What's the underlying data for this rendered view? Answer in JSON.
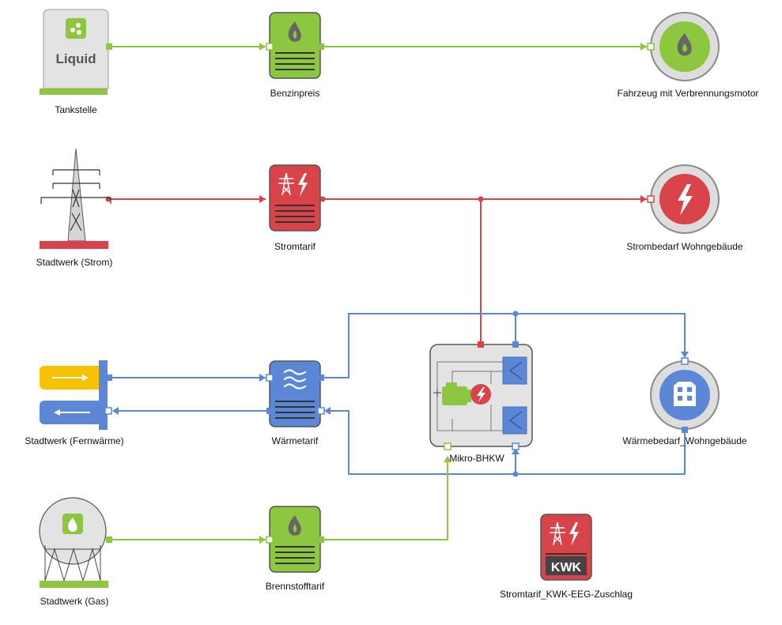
{
  "colors": {
    "liquid": "#8dc63f",
    "electric": "#d9434a",
    "heat": "#5b87d6",
    "gas": "#8dc63f",
    "supply_flow": "#f7c300",
    "node_gray": "#e3e3e3"
  },
  "nodes": {
    "tankstelle": {
      "label": "Tankstelle",
      "tank_text": "Liquid",
      "icon": "water-drops-icon"
    },
    "benzinpreis": {
      "label": "Benzinpreis",
      "icon": "flame-icon"
    },
    "fahrzeug": {
      "label": "Fahrzeug mit Verbrennungsmotor",
      "icon": "flame-icon"
    },
    "stadtwerk_strom": {
      "label": "Stadtwerk (Strom)",
      "icon": "power-pylon-icon"
    },
    "stromtarif": {
      "label": "Stromtarif",
      "icon": "pylon-lightning-icon"
    },
    "strombedarf": {
      "label": "Strombedarf Wohngebäude",
      "icon": "lightning-icon"
    },
    "stadtwerk_fernwaerme": {
      "label": "Stadtwerk (Fernwärme)",
      "icon": "flow-arrows-icon"
    },
    "waermetarif": {
      "label": "Wärmetarif",
      "icon": "heat-waves-icon"
    },
    "mikro_bhkw": {
      "label": "Mikro-BHKW",
      "icon": "engine-generator-icon"
    },
    "waermebedarf": {
      "label": "Wärmebedarf_Wohngebäude",
      "icon": "building-icon"
    },
    "stadtwerk_gas": {
      "label": "Stadtwerk (Gas)",
      "icon": "gas-sphere-icon"
    },
    "brennstofftarif": {
      "label": "Brennstofftarif",
      "icon": "flame-icon"
    },
    "kwk": {
      "label": "Stromtarif_KWK-EEG-Zuschlag",
      "badge": "KWK",
      "icon": "pylon-lightning-icon"
    }
  }
}
